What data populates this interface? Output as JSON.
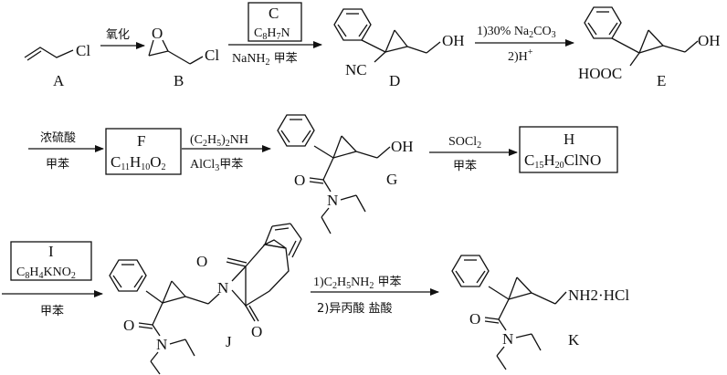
{
  "compounds": {
    "A": {
      "label": "A",
      "atom_cl": "Cl"
    },
    "B": {
      "label": "B",
      "atom_o": "O",
      "atom_cl": "Cl"
    },
    "C": {
      "label": "C",
      "formula": [
        "C",
        "8",
        "H",
        "7",
        "N"
      ]
    },
    "D": {
      "label": "D",
      "atom_oh": "OH",
      "atom_nc": "NC"
    },
    "E": {
      "label": "E",
      "atom_oh": "OH",
      "atom_cooh": "HOOC"
    },
    "F": {
      "label": "F",
      "formula": [
        "C",
        "11",
        "H",
        "10",
        "O",
        "2"
      ]
    },
    "G": {
      "label": "G",
      "atom_oh": "OH",
      "atom_o": "O",
      "atom_n": "N"
    },
    "H": {
      "label": "H",
      "formula": [
        "C",
        "15",
        "H",
        "20",
        "ClNO"
      ]
    },
    "I": {
      "label": "I",
      "formula": [
        "C",
        "8",
        "H",
        "4",
        "KNO",
        "2"
      ]
    },
    "J": {
      "label": "J",
      "atom_o": "O",
      "atom_n": "N",
      "atom_o2": "O",
      "atom_n2": "N",
      "atom_o3": "O"
    },
    "K": {
      "label": "K",
      "atom_o": "O",
      "atom_n": "N",
      "atom_amine": "NH2·HCl"
    }
  },
  "steps": {
    "s1": {
      "above": "氧化"
    },
    "s2": {
      "below": [
        "NaNH",
        "2",
        " 甲苯"
      ]
    },
    "s3": {
      "above": [
        "1)30% Na",
        "2",
        "CO",
        "3"
      ],
      "below": [
        "2)H",
        "+"
      ]
    },
    "s4": {
      "above": "浓硫酸",
      "below": "甲苯"
    },
    "s5": {
      "above": [
        "(C",
        "2",
        "H",
        "5",
        ")",
        "2",
        "NH"
      ],
      "below": [
        "AlCl",
        "3",
        "甲苯"
      ]
    },
    "s6": {
      "above": [
        "SOCl",
        "2"
      ],
      "below": "甲苯"
    },
    "s7": {
      "below": "甲苯"
    },
    "s8": {
      "above": [
        "1)C",
        "2",
        "H",
        "5",
        "NH",
        "2",
        " 甲苯"
      ],
      "below": "2)异丙酸  盐酸"
    }
  }
}
